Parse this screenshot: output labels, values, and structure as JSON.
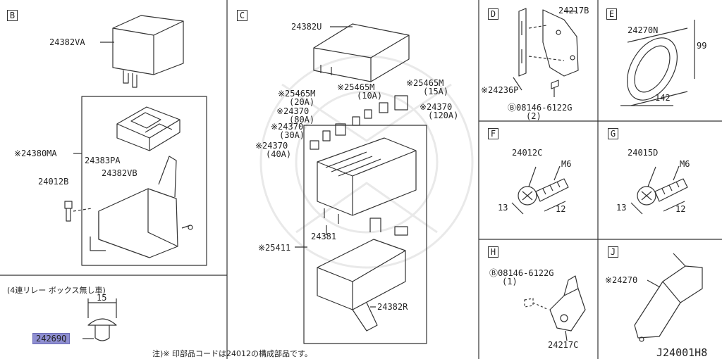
{
  "sections": {
    "B": "B",
    "C": "C",
    "D": "D",
    "E": "E",
    "F": "F",
    "G": "G",
    "H": "H",
    "J": "J"
  },
  "parts": {
    "p24382VA": "24382VA",
    "p24380MA": "※24380MA",
    "p24383PA": "24383PA",
    "p24382VB": "24382VB",
    "p24012B": "24012B",
    "p24382U": "24382U",
    "p25465M_20A_num": "※25465M",
    "p25465M_20A_amp": "(20A)",
    "p25465M_10A_num": "※25465M",
    "p25465M_10A_amp": "(10A)",
    "p25465M_15A_num": "※25465M",
    "p25465M_15A_amp": "(15A)",
    "p24370_80A_num": "※24370",
    "p24370_80A_amp": "(80A)",
    "p24370_120A_num": "※24370",
    "p24370_120A_amp": "(120A)",
    "p24370_30A_num": "※24370",
    "p24370_30A_amp": "(30A)",
    "p24370_40A_num": "※24370",
    "p24370_40A_amp": "(40A)",
    "p24381": "24381",
    "p25411": "※25411",
    "p24382R": "24382R",
    "p24217B": "24217B",
    "p24236P": "※24236P",
    "pD_bolt": "Ⓑ08146-6122G",
    "pD_bolt_qty": "(2)",
    "p24270N": "24270N",
    "p24012C": "24012C",
    "p24015D": "24015D",
    "pH_bolt": "Ⓑ08146-6122G",
    "pH_bolt_qty": "(1)",
    "p24217C": "24217C",
    "p24270": "※24270",
    "p24269Q": "24269Q"
  },
  "dimensions": {
    "E_height": "99",
    "E_width": "142",
    "F_m": "M6",
    "F_13": "13",
    "F_12": "12",
    "G_m": "M6",
    "G_13": "13",
    "G_12": "12",
    "B_clip_width": "15"
  },
  "notes": {
    "no_relay_box": "(4連リレー ボックス無し車)",
    "footnote": "注)※ 印部品コードは24012の構成部品です。"
  },
  "diagram_code": "J24001H8",
  "colors": {
    "highlight": "#8f8fd2",
    "line": "#333333"
  }
}
